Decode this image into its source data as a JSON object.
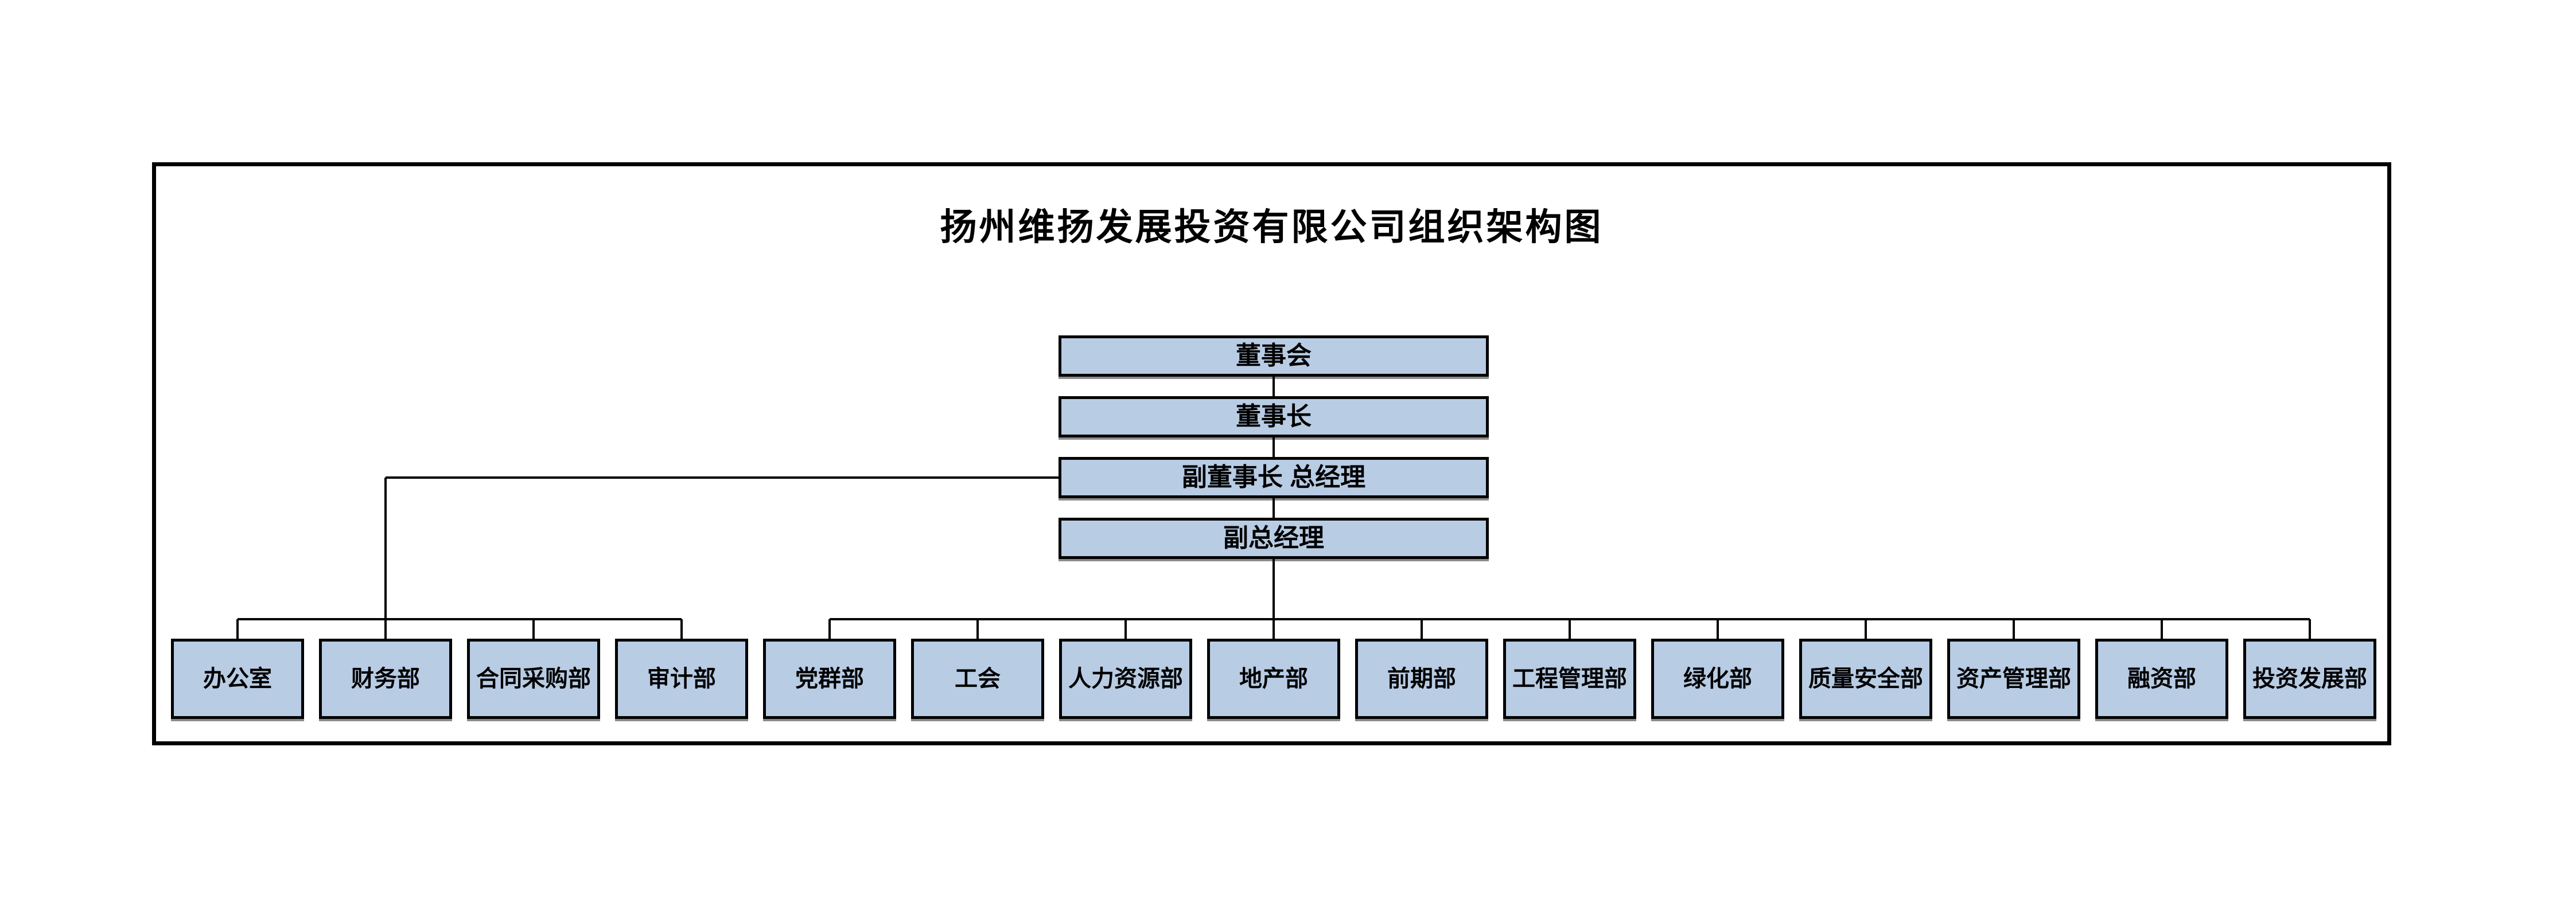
{
  "title": "扬州维扬发展投资有限公司组织架构图",
  "colors": {
    "background": "#ffffff",
    "box_fill": "#b8cce4",
    "box_border": "#000000",
    "connector": "#000000",
    "text": "#000000"
  },
  "hierarchy": {
    "levels": [
      "董事会",
      "董事长",
      "副董事长 总经理",
      "副总经理"
    ]
  },
  "groups": [
    {
      "parent": "副董事长 总经理",
      "departments": [
        "办公室",
        "财务部",
        "合同采购部",
        "审计部"
      ]
    },
    {
      "parent": "副总经理",
      "departments": [
        "党群部",
        "工会",
        "人力资源部",
        "地产部",
        "前期部",
        "工程管理部",
        "绿化部",
        "质量安全部",
        "资产管理部",
        "融资部",
        "投资发展部"
      ]
    }
  ]
}
